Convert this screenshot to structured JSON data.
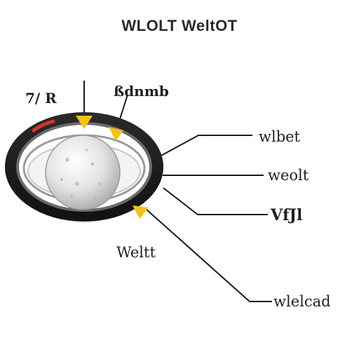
{
  "diagram": {
    "title": "WLOLT WeltOT",
    "labels": {
      "top_left": "7/ R",
      "top_mid": "ßdnmb",
      "right_1": "wlbet",
      "right_2": "weolt",
      "right_3": "VfJl",
      "bottom_left": "Weltt",
      "bottom_right": "wlelcad"
    },
    "colors": {
      "ring_outer": "#1c1c1c",
      "ring_inner": "#5a5a5a",
      "ball": "#e6e6e6",
      "marker_yellow": "#f2c21b",
      "marker_red": "#d8342c",
      "leader_line": "#1a1a1a"
    },
    "icons": {
      "ball": "sphere-icon",
      "marker": "triangle-marker-icon"
    }
  }
}
